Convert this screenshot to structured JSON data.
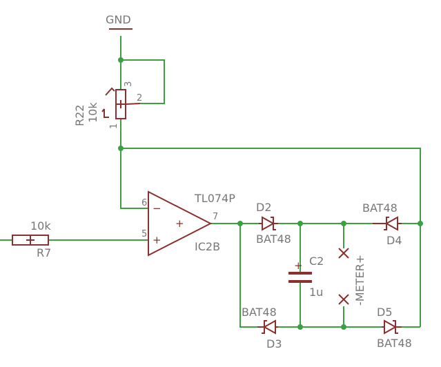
{
  "gnd": {
    "label": "GND"
  },
  "r22": {
    "name": "R22",
    "value": "10k",
    "pin_top": "3",
    "pin_wiper": "2",
    "pin_bottom": "1"
  },
  "r7": {
    "name": "R7",
    "value": "10k"
  },
  "ic2b": {
    "part": "TL074P",
    "name": "IC2B",
    "pin_inv": "6",
    "pin_noninv": "5",
    "pin_out": "7",
    "sign_minus": "−",
    "sign_plus": "+",
    "sign_out": "+"
  },
  "d2": {
    "name": "D2",
    "type": "BAT48"
  },
  "d3": {
    "name": "D3",
    "type": "BAT48"
  },
  "d4": {
    "name": "D4",
    "type": "BAT48"
  },
  "d5": {
    "name": "D5",
    "type": "BAT48"
  },
  "c2": {
    "name": "C2",
    "value": "1u",
    "polarity": "+"
  },
  "meter": {
    "label": "-METER+"
  },
  "colors": {
    "wire": "#3aa040",
    "part": "#8b2f2f",
    "label": "#777777"
  }
}
